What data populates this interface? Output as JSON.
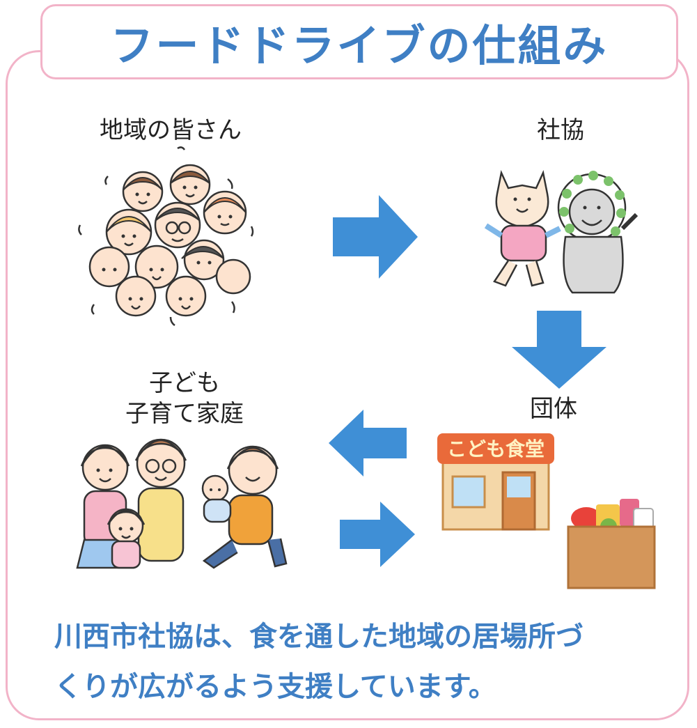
{
  "title": "フードドライブの仕組み",
  "nodes": {
    "community": "地域の皆さん",
    "shakyo": "社協",
    "children_line1": "子ども",
    "children_line2": "子育て家庭",
    "groups": "団体"
  },
  "store_sign": "こども食堂",
  "caption": {
    "line1": "川西市社協は、食を通した地域の居場所づ",
    "line2": "くりが広がるよう支援しています。"
  },
  "colors": {
    "arrow": "#3f8fd6",
    "title": "#3f7fc4",
    "border": "#f2b3c8"
  }
}
